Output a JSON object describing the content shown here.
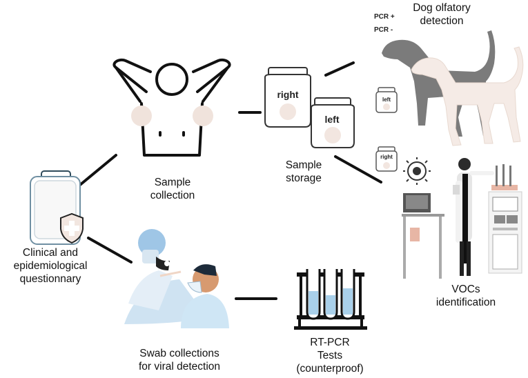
{
  "labels": {
    "sample_collection": [
      "Sample",
      "collection"
    ],
    "sample_storage": [
      "Sample",
      "storage"
    ],
    "questionnaire": [
      "Clinical and",
      "epidemiological",
      "questionnary"
    ],
    "swab": [
      "Swab collections",
      "for viral detection"
    ],
    "rtpcr": [
      "RT-PCR",
      "Tests",
      "(counterproof)"
    ],
    "dog": [
      "Dog olfatory",
      "detection"
    ],
    "vocs": [
      "VOCs",
      "identification"
    ]
  },
  "jars": {
    "right": "right",
    "left": "left",
    "small_left": "left",
    "small_right": "right"
  },
  "pcr": {
    "positive": "PCR +",
    "negative": "PCR -"
  }
}
